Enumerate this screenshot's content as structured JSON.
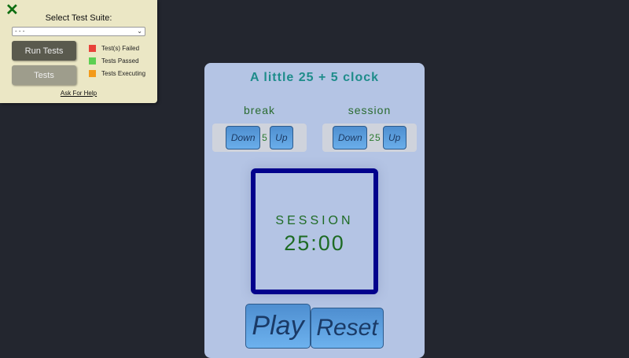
{
  "test_panel": {
    "close_icon": "✕",
    "title": "Select Test Suite:",
    "select_value": "- - -",
    "run_button": "Run Tests",
    "tests_button": "Tests",
    "legend": [
      {
        "label": "Test(s) Failed",
        "color": "#e8423a"
      },
      {
        "label": "Tests Passed",
        "color": "#5ccf52"
      },
      {
        "label": "Tests Executing",
        "color": "#f39a1a"
      }
    ],
    "help_link": "Ask For Help"
  },
  "clock": {
    "title": "A little 25 + 5 clock",
    "break": {
      "label": "break",
      "down": "Down",
      "value": "5",
      "up": "Up"
    },
    "session": {
      "label": "session",
      "down": "Down",
      "value": "25",
      "up": "Up"
    },
    "timer": {
      "label": "SESSION",
      "value": "25:00"
    },
    "play": "Play",
    "reset": "Reset"
  }
}
